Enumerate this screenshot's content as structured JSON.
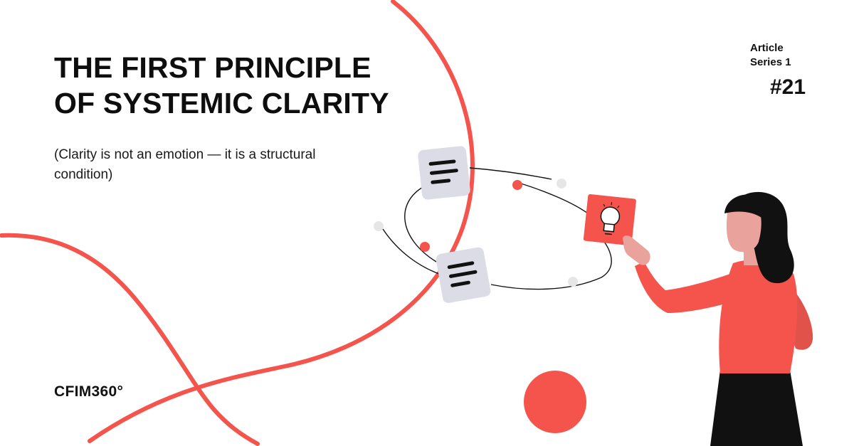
{
  "title_lines": [
    "THE FIRST PRINCIPLE",
    "OF SYSTEMIC CLARITY"
  ],
  "subtitle": "(Clarity is not an emotion — it is a structural condition)",
  "series": {
    "label_line1": "Article",
    "label_line2": "Series 1",
    "number": "#21"
  },
  "brand": "CFIM360°",
  "colors": {
    "accent": "#f4544b",
    "text": "#111111",
    "card": "#dcdce6",
    "skin": "#e9a29c",
    "hair": "#111111",
    "skirt": "#111111",
    "node_grey": "#e6e6e6"
  },
  "illustration": {
    "icons": [
      "document-card-icon",
      "document-card-icon",
      "lightbulb-card-icon"
    ],
    "figure": "woman-pointing-illustration"
  }
}
